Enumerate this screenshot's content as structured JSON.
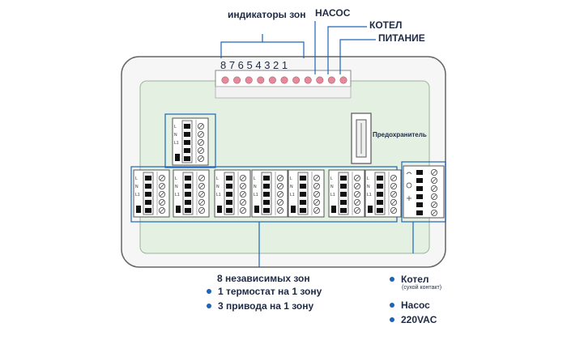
{
  "labels": {
    "zone_indicators": "индикаторы зон",
    "pump": "НАСОС",
    "boiler": "КОТЕЛ",
    "power": "ПИТАНИЕ",
    "digits": "8 7 6 5 4 3 2 1",
    "fuse": "Предохранитель"
  },
  "zones_info": {
    "title": "8 независимых зон",
    "items": [
      "1 термостат на 1 зону",
      "3 привода на 1 зону"
    ]
  },
  "right_info": {
    "boiler": "Котел",
    "boiler_note": "(сухой контакт)",
    "pump": "Насос",
    "power": "220VAC"
  },
  "terminal_labels": [
    "L",
    "N",
    "L1"
  ],
  "colors": {
    "accent": "#1e63b8",
    "board": "#e3f0e2",
    "led": "#e58a9a",
    "housing": "#f5f5f5"
  }
}
